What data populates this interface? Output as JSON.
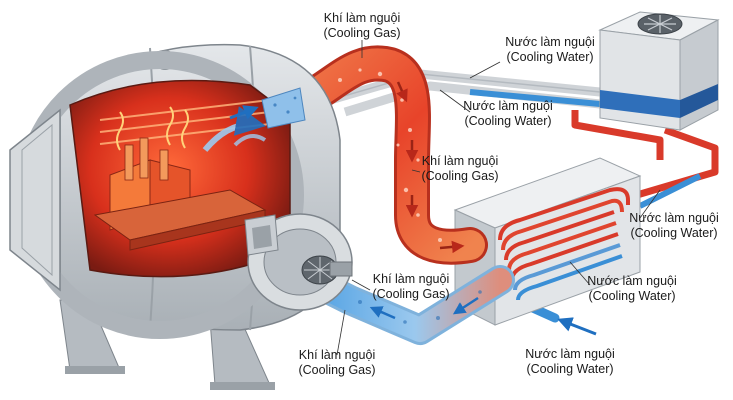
{
  "labels": {
    "gas_top": {
      "vi": "Khí làm nguội",
      "en": "(Cooling Gas)"
    },
    "gas_mid": {
      "vi": "Khí làm nguội",
      "en": "(Cooling Gas)"
    },
    "gas_fan": {
      "vi": "Khí làm nguội",
      "en": "(Cooling Gas)"
    },
    "gas_bottom": {
      "vi": "Khí làm nguội",
      "en": "(Cooling Gas)"
    },
    "water_top": {
      "vi": "Nước làm nguội",
      "en": "(Cooling Water)"
    },
    "water_upper_mid": {
      "vi": "Nước làm nguội",
      "en": "(Cooling Water)"
    },
    "water_right": {
      "vi": "Nước làm nguội",
      "en": "(Cooling Water)"
    },
    "water_hx": {
      "vi": "Nước làm nguội",
      "en": "(Cooling Water)"
    },
    "water_inlet": {
      "vi": "Nước làm nguội",
      "en": "(Cooling Water)"
    }
  },
  "colors": {
    "hot": "#e8442a",
    "cold": "#3a8fd6",
    "steel": "#c9ced3",
    "steel_dark": "#8e959b",
    "chamber_glow": "#d8301c",
    "radiator_band": "#2f6fba"
  }
}
